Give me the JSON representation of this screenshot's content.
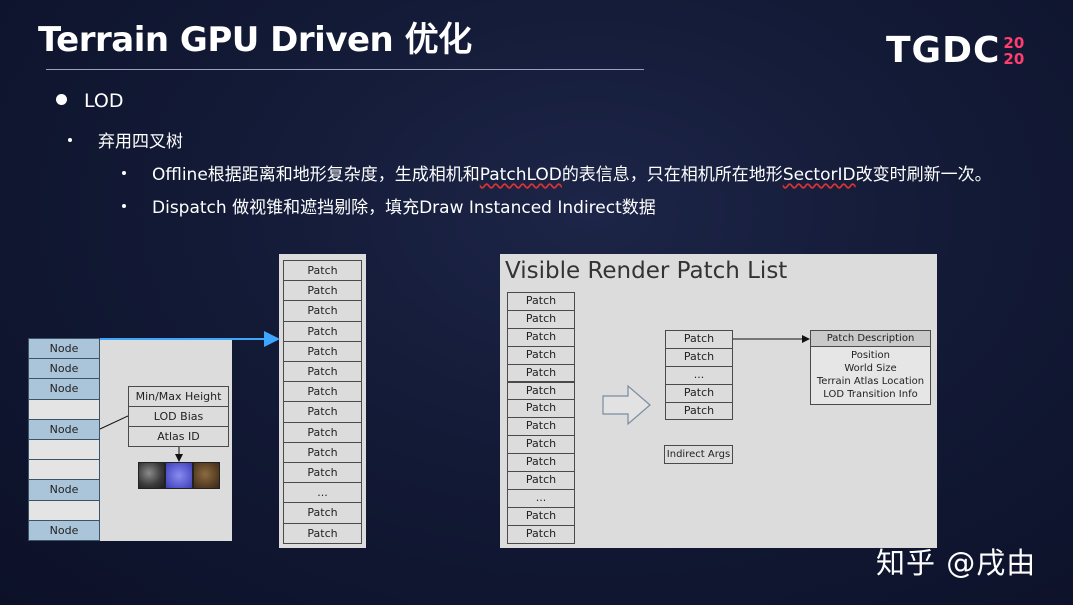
{
  "slide": {
    "title": "Terrain GPU Driven 优化",
    "logo": {
      "text": "TGDC",
      "year_top": "20",
      "year_bottom": "20",
      "accent": "#ff3d6e"
    },
    "bullets": {
      "lod": "LOD",
      "quadtree": "弃用四叉树",
      "offline_prefix": "Offline根据距离和地形复杂度，生成相机和",
      "offline_patchlod": "PatchLOD",
      "offline_middle": "的表信息，只在相机所在地形",
      "offline_sectorid": "SectorID",
      "offline_suffix": "改变时刷新一次。",
      "dispatch": "Dispatch 做视锥和遮挡剔除，填充Draw Instanced Indirect数据"
    },
    "watermark": "知乎 @戌由"
  },
  "diagram": {
    "quadtree": {
      "nodes": [
        "Node",
        "Node",
        "Node",
        "",
        "Node",
        "",
        "",
        "Node",
        "",
        "Node"
      ],
      "attributes": [
        "Min/Max Height",
        "LOD Bias",
        "Atlas ID"
      ]
    },
    "patch_list": [
      "Patch",
      "Patch",
      "Patch",
      "Patch",
      "Patch",
      "Patch",
      "Patch",
      "Patch",
      "Patch",
      "Patch",
      "Patch",
      "...",
      "Patch",
      "Patch"
    ],
    "visible": {
      "title": "Visible Render Patch List",
      "left_list": [
        "Patch",
        "Patch",
        "Patch",
        "Patch",
        "Patch",
        "Patch",
        "Patch",
        "Patch",
        "Patch",
        "Patch",
        "Patch",
        "...",
        "Patch",
        "Patch"
      ],
      "middle_list": [
        "Patch",
        "Patch",
        "...",
        "Patch",
        "Patch"
      ],
      "indirect_args": "Indirect Args",
      "description_title": "Patch Description",
      "description_lines": [
        "Position",
        "World Size",
        "Terrain Atlas Location",
        "LOD Transition Info"
      ]
    }
  }
}
